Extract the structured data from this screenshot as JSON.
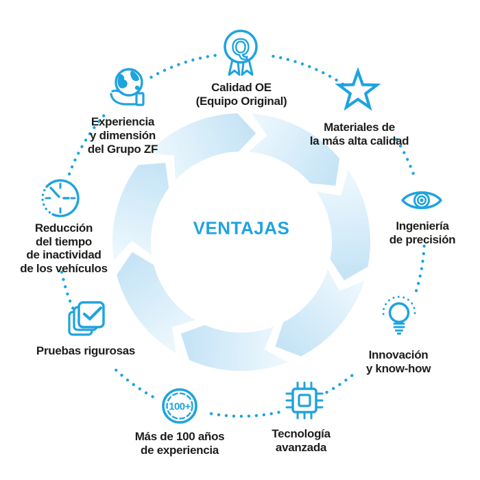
{
  "center": {
    "title": "VENTAJAS"
  },
  "colors": {
    "accent": "#1fa3df",
    "ring_light": "#ecf7fd",
    "ring_dark": "#c6e4f6",
    "text": "#1d1d1b",
    "background": "#ffffff"
  },
  "items": [
    {
      "id": "calidad-oe",
      "icon": "quality-medal-icon",
      "quality_letter": "Q",
      "lines": [
        "Calidad OE",
        "(Equipo Original)"
      ]
    },
    {
      "id": "materiales",
      "icon": "star-icon",
      "lines": [
        "Materiales de",
        "la más alta calidad"
      ]
    },
    {
      "id": "ingenieria",
      "icon": "eye-icon",
      "lines": [
        "Ingeniería",
        "de precisión"
      ]
    },
    {
      "id": "innovacion",
      "icon": "lightbulb-icon",
      "lines": [
        "Innovación",
        "y know-how"
      ]
    },
    {
      "id": "tecnologia",
      "icon": "microchip-icon",
      "lines": [
        "Tecnología",
        "avanzada"
      ]
    },
    {
      "id": "mas-100-anios",
      "icon": "badge-100-icon",
      "badge_text": "100+",
      "lines": [
        "Más de 100 años",
        "de experiencia"
      ]
    },
    {
      "id": "pruebas",
      "icon": "checked-documents-icon",
      "lines": [
        "Pruebas rigurosas"
      ]
    },
    {
      "id": "reduccion-tiempo",
      "icon": "clock-icon",
      "lines": [
        "Reducción",
        "del tiempo",
        "de inactividad",
        "de los vehículos"
      ]
    },
    {
      "id": "experiencia-zf",
      "icon": "globe-hand-icon",
      "lines": [
        "Experiencia",
        "y dimensión",
        "del Grupo ZF"
      ]
    }
  ]
}
